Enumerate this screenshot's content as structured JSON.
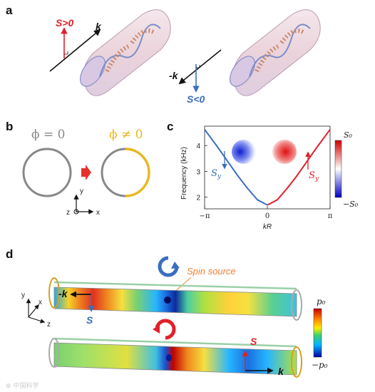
{
  "panel_a": {
    "label": "a",
    "left": {
      "s_text": "S>0",
      "k_text": "k"
    },
    "right": {
      "k_text": "-k",
      "s_text": "S<0"
    }
  },
  "panel_b": {
    "label": "b",
    "phi_zero": "ϕ = 0",
    "phi_nonzero": "ϕ ≠ 0",
    "axis_y": "y",
    "axis_z": "z",
    "axis_x": "x"
  },
  "panel_c": {
    "label": "c",
    "sy_left": "S",
    "sy_left_sub": "y",
    "sy_right": "S",
    "sy_right_sub": "y",
    "colorbar_top": "S₀",
    "colorbar_bottom": "−S₀"
  },
  "panel_d": {
    "label": "d",
    "spin_source": "Spin source",
    "top_k": "-k",
    "top_s": "S",
    "bottom_s": "S",
    "bottom_k": "k",
    "axis_y": "y",
    "axis_x": "x",
    "axis_z": "z",
    "colorbar_top": "p₀",
    "colorbar_bottom": "−p₀"
  },
  "colors": {
    "red": "#e0202a",
    "blue": "#3a6ec0",
    "yellow": "#e8b820",
    "gray": "#888888"
  },
  "chart_data": {
    "type": "line",
    "xlabel": "kR",
    "ylabel": "Frequency (kHz)",
    "xticks": [
      "−π",
      "0",
      "π"
    ],
    "xlim": [
      -3.1416,
      3.1416
    ],
    "ylim": [
      1.55,
      4.75
    ],
    "yticks": [
      2,
      3,
      4
    ],
    "series": [
      {
        "color": "#3a6ec0",
        "x": [
          -3.14,
          -2.5,
          -2.0,
          -1.5,
          -1.0,
          -0.5,
          0.0
        ],
        "y": [
          4.62,
          3.95,
          3.4,
          2.85,
          2.35,
          1.9,
          1.7
        ]
      },
      {
        "color": "#e0202a",
        "x": [
          0.0,
          0.5,
          1.0,
          1.5,
          2.0,
          2.5,
          3.14
        ],
        "y": [
          1.7,
          1.9,
          2.35,
          2.85,
          3.4,
          3.95,
          4.62
        ]
      }
    ]
  },
  "watermark": "⊕ 中国科学"
}
